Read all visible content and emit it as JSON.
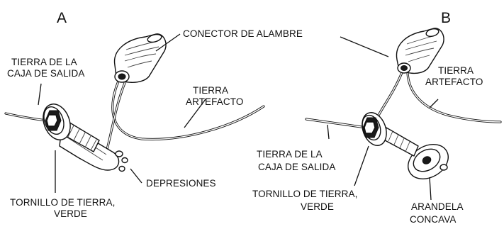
{
  "panel_a": {
    "letter": "A",
    "box_ground": [
      "TIERRA DE LA",
      "CAJA DE SALIDA"
    ],
    "fixture_ground": [
      "TIERRA",
      "ARTEFACTO"
    ],
    "depressions": "DEPRESIONES",
    "green_screw": [
      "TORNILLO DE TIERRA,",
      "VERDE"
    ]
  },
  "panel_b": {
    "letter": "B",
    "fixture_ground": [
      "TIERRA",
      "ARTEFACTO"
    ],
    "box_ground": [
      "TIERRA DE LA",
      "CAJA DE SALIDA"
    ],
    "green_screw": [
      "TORNILLO DE TIERRA,",
      "VERDE"
    ],
    "cup_washer": [
      "ARANDELA",
      "CONCAVA"
    ]
  },
  "shared": {
    "wire_connector": "CONECTOR DE ALAMBRE"
  }
}
